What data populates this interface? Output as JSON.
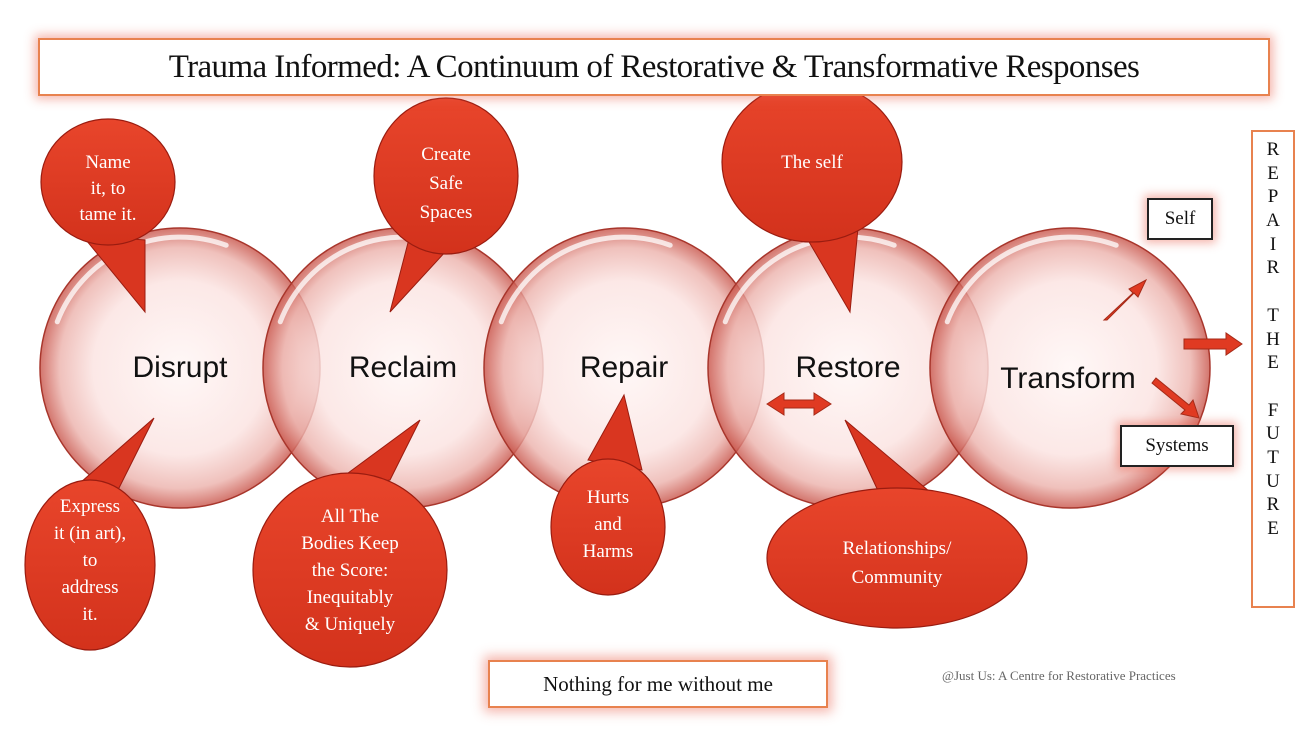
{
  "title": "Trauma Informed: A Continuum of Restorative & Transformative  Responses",
  "stages": [
    {
      "label": "Disrupt"
    },
    {
      "label": "Reclaim"
    },
    {
      "label": "Repair"
    },
    {
      "label": "Restore"
    },
    {
      "label": "Transform"
    }
  ],
  "bubbles": [
    {
      "lines": [
        "Name",
        "it, to",
        "tame it."
      ]
    },
    {
      "lines": [
        "Express",
        "it (in art),",
        "to",
        "address",
        "it."
      ]
    },
    {
      "lines": [
        "Create",
        "Safe",
        "Spaces"
      ]
    },
    {
      "lines": [
        "All The",
        "Bodies Keep",
        "the Score:",
        "Inequitably",
        "& Uniquely"
      ]
    },
    {
      "lines": [
        "Hurts",
        "and",
        "Harms"
      ]
    },
    {
      "lines": [
        "The self"
      ]
    },
    {
      "lines": [
        "Relationships/",
        "Community"
      ]
    }
  ],
  "outcomes": {
    "self": "Self",
    "systems": "Systems"
  },
  "vertical_text": [
    "R",
    "E",
    "P",
    "A",
    "I",
    "R",
    "",
    "T",
    "H",
    "E",
    "",
    "F",
    "U",
    "T",
    "U",
    "R",
    "E"
  ],
  "motto": "Nothing for me without me",
  "credit": "@Just Us: A Centre for Restorative Practices",
  "colors": {
    "bubble_fill": "#df3b24",
    "bubble_stroke": "#9a1c10",
    "circle_edge": "#c84a3f",
    "circle_center": "#fff3f2",
    "arrow": "#e03a22",
    "box_border": "#e8824f"
  }
}
